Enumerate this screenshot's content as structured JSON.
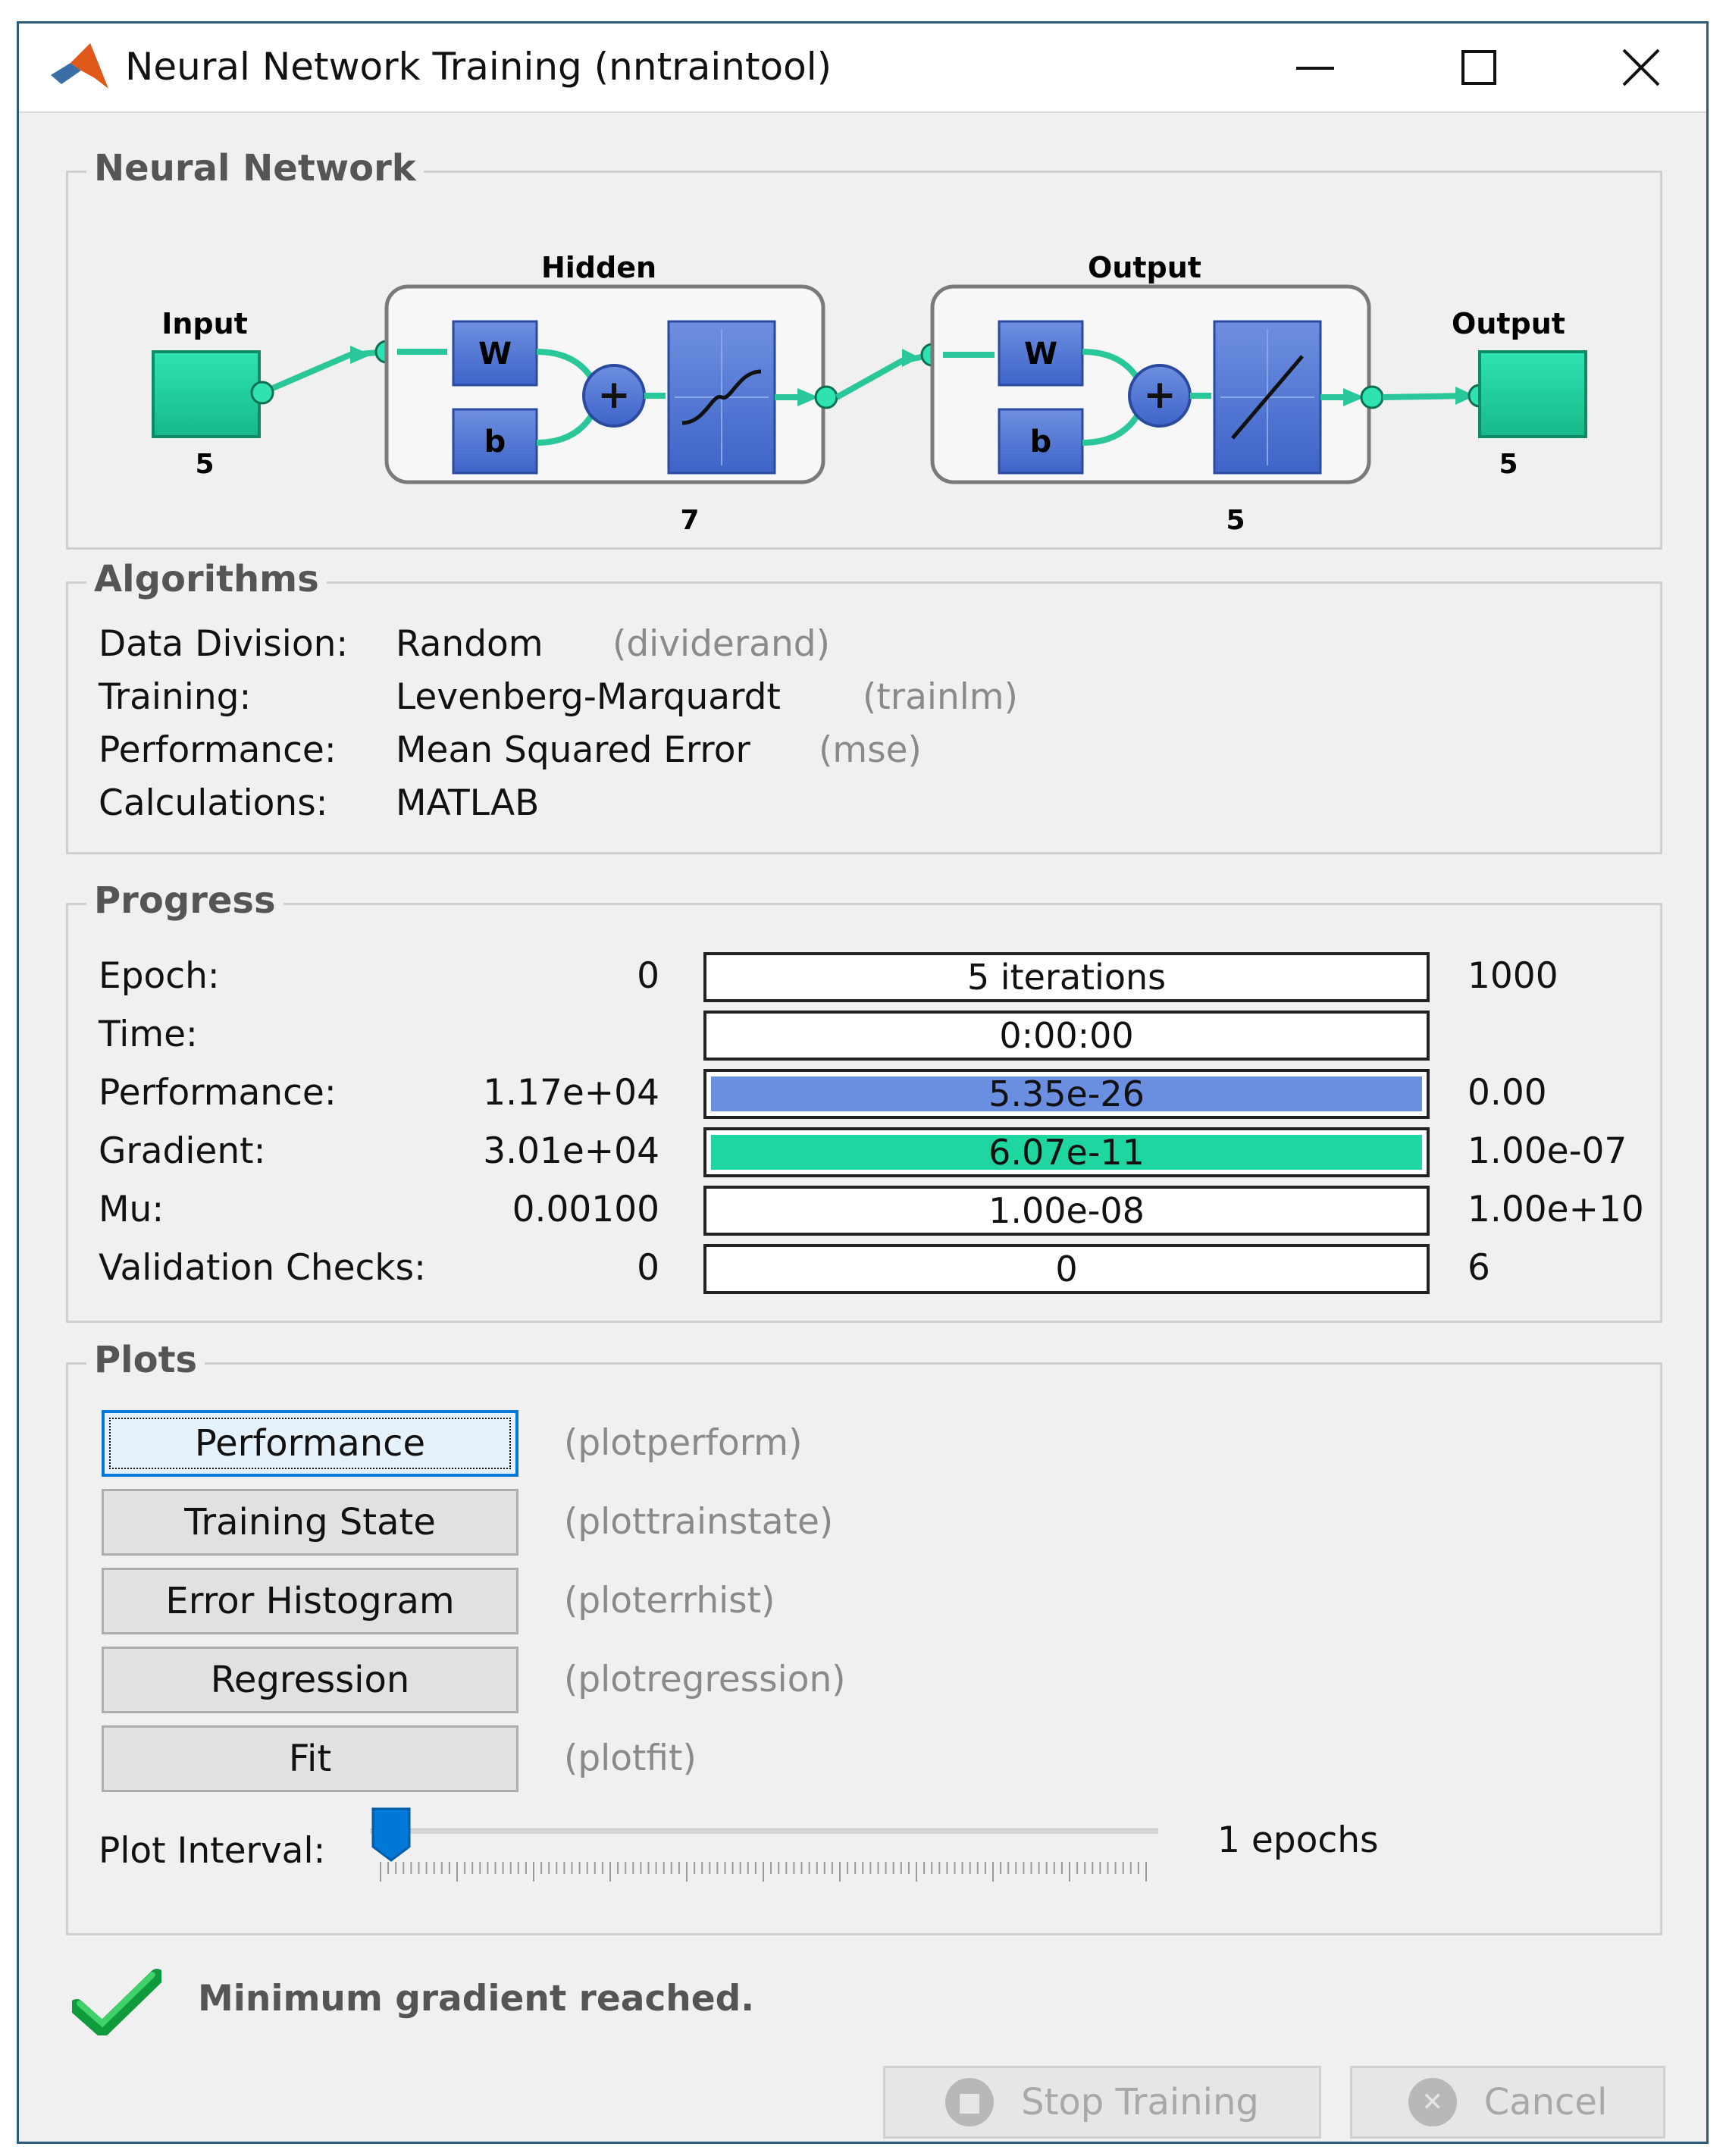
{
  "window": {
    "title": "Neural Network Training (nntraintool)"
  },
  "network": {
    "group_title": "Neural Network",
    "input_label": "Input",
    "input_size": "5",
    "hidden_label": "Hidden",
    "hidden_size": "7",
    "output_layer_label": "Output",
    "output_layer_size": "5",
    "output_label": "Output",
    "output_size": "5",
    "weight_symbol": "W",
    "bias_symbol": "b"
  },
  "algorithms": {
    "group_title": "Algorithms",
    "rows": [
      {
        "label": "Data Division:",
        "value": "Random",
        "fn": "(dividerand)"
      },
      {
        "label": "Training:",
        "value": "Levenberg-Marquardt",
        "fn": "(trainlm)"
      },
      {
        "label": "Performance:",
        "value": "Mean Squared Error",
        "fn": "(mse)"
      },
      {
        "label": "Calculations:",
        "value": "MATLAB",
        "fn": ""
      }
    ]
  },
  "progress": {
    "group_title": "Progress",
    "rows": [
      {
        "label": "Epoch:",
        "start": "0",
        "current": "5 iterations",
        "end": "1000",
        "fill": 0
      },
      {
        "label": "Time:",
        "start": "",
        "current": "0:00:00",
        "end": "",
        "fill": 0
      },
      {
        "label": "Performance:",
        "start": "1.17e+04",
        "current": "5.35e-26",
        "end": "0.00",
        "fill": 1
      },
      {
        "label": "Gradient:",
        "start": "3.01e+04",
        "current": "6.07e-11",
        "end": "1.00e-07",
        "fill": 1
      },
      {
        "label": "Mu:",
        "start": "0.00100",
        "current": "1.00e-08",
        "end": "1.00e+10",
        "fill": 0
      },
      {
        "label": "Validation Checks:",
        "start": "0",
        "current": "0",
        "end": "6",
        "fill": 0
      }
    ],
    "colors": {
      "performance": "#6b8fe0",
      "gradient": "#1fd6a0"
    }
  },
  "plots": {
    "group_title": "Plots",
    "buttons": [
      {
        "label": "Performance",
        "fn": "(plotperform)"
      },
      {
        "label": "Training State",
        "fn": "(plottrainstate)"
      },
      {
        "label": "Error Histogram",
        "fn": "(ploterrhist)"
      },
      {
        "label": "Regression",
        "fn": "(plotregression)"
      },
      {
        "label": "Fit",
        "fn": "(plotfit)"
      }
    ],
    "interval_label": "Plot Interval:",
    "interval_value": "1 epochs",
    "interval_level": 0
  },
  "status": {
    "message": "Minimum gradient reached."
  },
  "actions": {
    "stop_label": "Stop Training",
    "cancel_label": "Cancel"
  }
}
